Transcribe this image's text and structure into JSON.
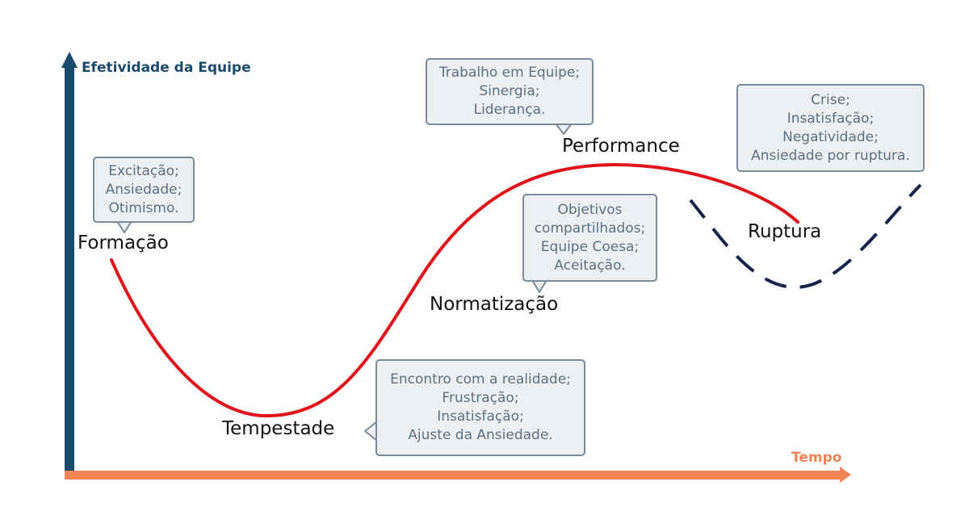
{
  "axes": {
    "y_title": "Efetividade da Equipe",
    "x_title": "Tempo",
    "y_color": "#1b4a6b",
    "x_color": "#f18457"
  },
  "stages": {
    "formacao": "Formação",
    "tempestade": "Tempestade",
    "normatizacao": "Normatização",
    "performance": "Performance",
    "ruptura": "Ruptura"
  },
  "callouts": {
    "formacao": [
      "Excitação;",
      "Ansiedade;",
      "Otimismo."
    ],
    "tempestade": [
      "Encontro com a realidade;",
      "Frustração;",
      "Insatisfação;",
      "Ajuste da Ansiedade."
    ],
    "normatizacao": [
      "Objetivos",
      "compartilhados;",
      "Equipe Coesa;",
      "Aceitação."
    ],
    "performance": [
      "Trabalho em Equipe;",
      "Sinergia;",
      "Liderança."
    ],
    "ruptura": [
      "Crise;",
      "Insatisfação;",
      "Negatividade;",
      "Ansiedade por ruptura."
    ]
  },
  "colors": {
    "curve": "#e0121a",
    "dashed_curve": "#16244a",
    "callout_fill": "#edf0f3",
    "callout_border": "#7a8a98",
    "callout_text": "#5b6f82"
  }
}
